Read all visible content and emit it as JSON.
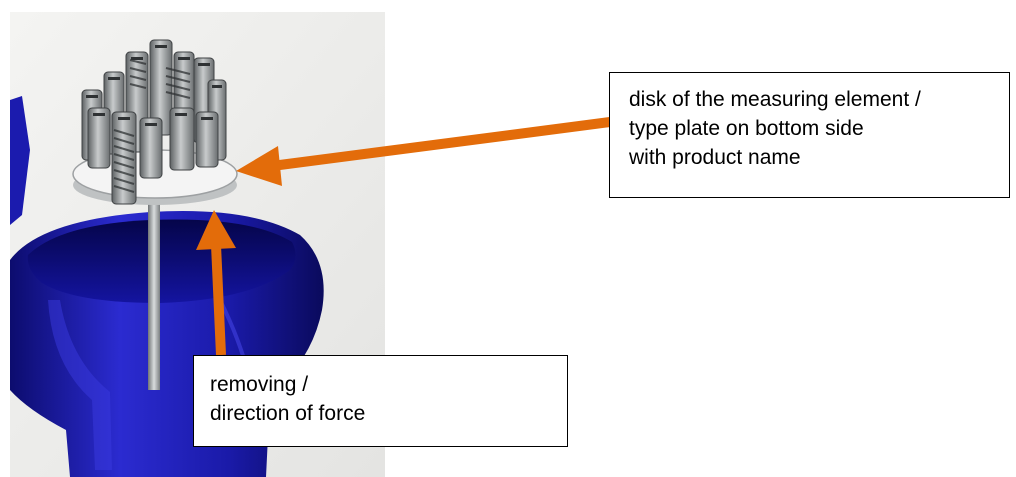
{
  "callouts": {
    "disk": {
      "lines": [
        "disk of the measuring element /",
        "type plate on bottom side",
        "with product name"
      ]
    },
    "force": {
      "lines": [
        "removing /",
        "direction of force"
      ]
    }
  },
  "colors": {
    "arrow": "#E36C0A",
    "housing": "#1F1FB8",
    "spring": "#8A8F90",
    "disk": "#F2F2F2",
    "background": "#FFFFFF"
  }
}
